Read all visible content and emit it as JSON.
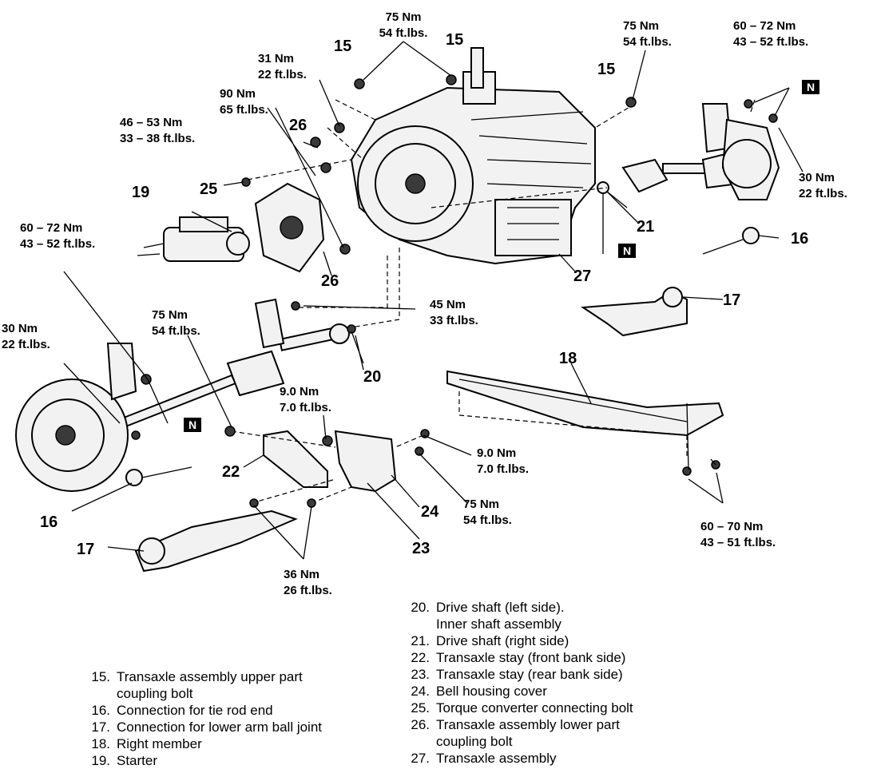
{
  "torque_specs": {
    "t1": {
      "nm": "75 Nm",
      "ft": "54 ft.lbs."
    },
    "t2": {
      "nm": "31 Nm",
      "ft": "22 ft.lbs."
    },
    "t3": {
      "nm": "90 Nm",
      "ft": "65 ft.lbs."
    },
    "t4": {
      "nm": "46 – 53 Nm",
      "ft": "33 – 38 ft.lbs."
    },
    "t5": {
      "nm": "75 Nm",
      "ft": "54 ft.lbs."
    },
    "t6": {
      "nm": "60 – 72 Nm",
      "ft": "43 – 52 ft.lbs."
    },
    "t7": {
      "nm": "30 Nm",
      "ft": "22 ft.lbs."
    },
    "t8": {
      "nm": "60 – 72 Nm",
      "ft": "43 – 52 ft.lbs."
    },
    "t9": {
      "nm": "30 Nm",
      "ft": "22 ft.lbs."
    },
    "t10": {
      "nm": "75 Nm",
      "ft": "54 ft.lbs."
    },
    "t11": {
      "nm": "45 Nm",
      "ft": "33 ft.lbs."
    },
    "t12": {
      "nm": "9.0 Nm",
      "ft": "7.0 ft.lbs."
    },
    "t13": {
      "nm": "9.0 Nm",
      "ft": "7.0 ft.lbs."
    },
    "t14": {
      "nm": "75 Nm",
      "ft": "54 ft.lbs."
    },
    "t15": {
      "nm": "36 Nm",
      "ft": "26 ft.lbs."
    },
    "t16": {
      "nm": "60 – 70 Nm",
      "ft": "43 – 51 ft.lbs."
    }
  },
  "callouts": {
    "c15a": "15",
    "c15b": "15",
    "c15c": "15",
    "c16a": "16",
    "c16b": "16",
    "c17a": "17",
    "c17b": "17",
    "c18": "18",
    "c19": "19",
    "c20": "20",
    "c21": "21",
    "c22": "22",
    "c23": "23",
    "c24": "24",
    "c25": "25",
    "c26a": "26",
    "c26b": "26",
    "c27": "27"
  },
  "n_marker": "N",
  "legend_left": [
    {
      "num": "15.",
      "text": "Transaxle assembly upper part\ncoupling bolt"
    },
    {
      "num": "16.",
      "text": "Connection for tie rod end"
    },
    {
      "num": "17.",
      "text": "Connection for lower arm ball joint"
    },
    {
      "num": "18.",
      "text": "Right member"
    },
    {
      "num": "19.",
      "text": "Starter"
    }
  ],
  "legend_right": [
    {
      "num": "20.",
      "text": "Drive shaft (left side).\nInner shaft assembly"
    },
    {
      "num": "21.",
      "text": "Drive shaft (right side)"
    },
    {
      "num": "22.",
      "text": "Transaxle stay (front bank side)"
    },
    {
      "num": "23.",
      "text": "Transaxle stay (rear bank side)"
    },
    {
      "num": "24.",
      "text": "Bell housing cover"
    },
    {
      "num": "25.",
      "text": "Torque converter connecting bolt"
    },
    {
      "num": "26.",
      "text": "Transaxle assembly lower part\ncoupling bolt"
    },
    {
      "num": "27.",
      "text": "Transaxle assembly"
    }
  ]
}
